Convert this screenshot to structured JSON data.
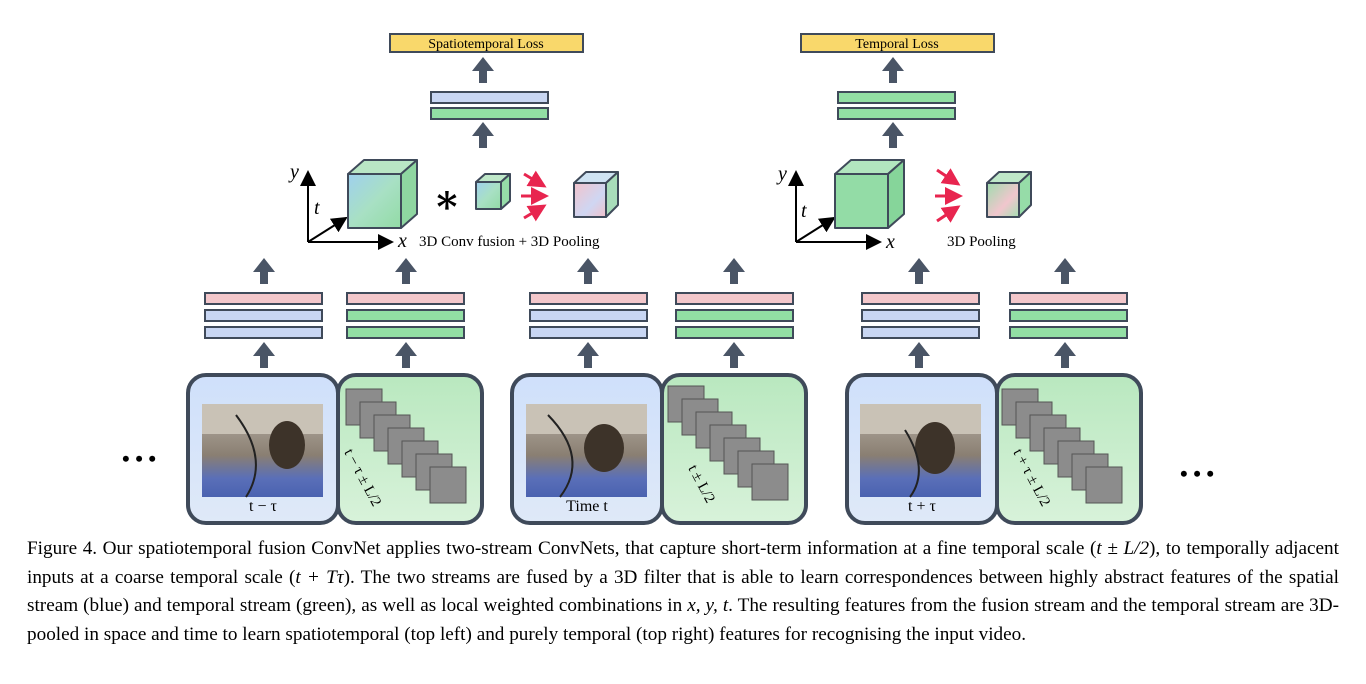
{
  "diagram": {
    "loss_left": "Spatiotemporal Loss",
    "loss_right": "Temporal Loss",
    "axis_y": "y",
    "axis_t": "t",
    "axis_x": "x",
    "conv_symbol": "∗",
    "fusion_label": "3D Conv fusion + 3D Pooling",
    "pool_label": "3D Pooling",
    "ellipsis_left": "• • •",
    "ellipsis_right": "• • •",
    "frames": [
      {
        "spatial_label": "t − τ",
        "flow_label": "t − τ ± L/2"
      },
      {
        "spatial_label": "Time t",
        "flow_label": "t ± L/2"
      },
      {
        "spatial_label": "t + τ",
        "flow_label": "t + τ ± L/2"
      }
    ],
    "colors": {
      "spatial": "#dbe6f8",
      "temporal": "#c8eccb",
      "layer_pink": "#f3c7cb",
      "layer_blue": "#c8d6f3",
      "layer_green": "#92dfa4",
      "loss": "#f9d86b",
      "arrow": "#4a5566",
      "red_arrow": "#e8254f"
    }
  },
  "caption": {
    "lead": "Figure 4. Our spatiotemporal fusion ConvNet applies two-stream ConvNets, that capture short-term information at a fine temporal scale (",
    "math1": "t ± L/2",
    "mid1": "), to temporally adjacent inputs at a coarse temporal scale (",
    "math2": "t + Tτ",
    "mid2": ").  The two streams are fused by a 3D filter that is able to learn correspondences between highly abstract features of the spatial stream (blue) and temporal stream (green), as well as local weighted combinations in ",
    "math3": "x, y, t",
    "tail": ". The resulting features from the fusion stream and the temporal stream are 3D-pooled in space and time to learn spatiotemporal (top left) and purely temporal (top right) features for recognising the input video."
  }
}
